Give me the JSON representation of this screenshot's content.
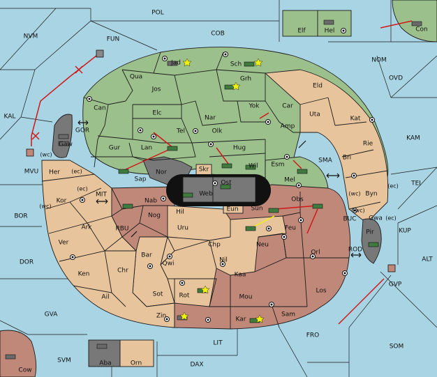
{
  "colors": {
    "sea": "#a8d4e4",
    "green": "#9cc08c",
    "tan": "#e8c49c",
    "rust": "#c08878",
    "gray": "#787878",
    "black": "#111111",
    "arrow_red": "#d01818",
    "arrow_yellow": "#f0f010"
  },
  "sea_labels": [
    {
      "id": "pol",
      "text": "POL"
    },
    {
      "id": "cob",
      "text": "COB"
    },
    {
      "id": "nvm",
      "text": "NVM"
    },
    {
      "id": "fun",
      "text": "FUN"
    },
    {
      "id": "nom",
      "text": "NOM"
    },
    {
      "id": "ovd",
      "text": "OVD"
    },
    {
      "id": "kal",
      "text": "KAL"
    },
    {
      "id": "gor",
      "text": "GOR"
    },
    {
      "id": "mvu",
      "text": "MVU"
    },
    {
      "id": "kam",
      "text": "KAM"
    },
    {
      "id": "sma",
      "text": "SMA"
    },
    {
      "id": "tei",
      "text": "TEI"
    },
    {
      "id": "mit",
      "text": "MIT"
    },
    {
      "id": "bor",
      "text": "BOR"
    },
    {
      "id": "rbu",
      "text": "RBU"
    },
    {
      "id": "buc",
      "text": "BUC"
    },
    {
      "id": "kup",
      "text": "KUP"
    },
    {
      "id": "dor",
      "text": "DOR"
    },
    {
      "id": "rod",
      "text": "ROD"
    },
    {
      "id": "alt",
      "text": "ALT"
    },
    {
      "id": "gva",
      "text": "GVA"
    },
    {
      "id": "gvp",
      "text": "GVP"
    },
    {
      "id": "fro",
      "text": "FRO"
    },
    {
      "id": "som",
      "text": "SOM"
    },
    {
      "id": "svm",
      "text": "SVM"
    },
    {
      "id": "lit",
      "text": "LIT"
    },
    {
      "id": "dax",
      "text": "DAX"
    },
    {
      "id": "cow",
      "text": "Cow"
    },
    {
      "id": "con",
      "text": "Con"
    }
  ],
  "land_labels": [
    {
      "id": "elf",
      "text": "Elf"
    },
    {
      "id": "hel",
      "text": "Hel"
    },
    {
      "id": "jad",
      "text": "Jad"
    },
    {
      "id": "sch",
      "text": "Sch"
    },
    {
      "id": "qua",
      "text": "Qua"
    },
    {
      "id": "grh",
      "text": "Grh"
    },
    {
      "id": "eld",
      "text": "Eld"
    },
    {
      "id": "jos",
      "text": "Jos"
    },
    {
      "id": "can",
      "text": "Can"
    },
    {
      "id": "yok",
      "text": "Yok"
    },
    {
      "id": "car",
      "text": "Car"
    },
    {
      "id": "elc",
      "text": "Elc"
    },
    {
      "id": "nar",
      "text": "Nar"
    },
    {
      "id": "uta",
      "text": "Uta"
    },
    {
      "id": "kat",
      "text": "Kat"
    },
    {
      "id": "tel",
      "text": "Tel"
    },
    {
      "id": "olk",
      "text": "Olk"
    },
    {
      "id": "amp",
      "text": "Amp"
    },
    {
      "id": "gaw",
      "text": "Gaw"
    },
    {
      "id": "gur",
      "text": "Gur"
    },
    {
      "id": "lan",
      "text": "Lan"
    },
    {
      "id": "hug",
      "text": "Hug"
    },
    {
      "id": "rie",
      "text": "Rie"
    },
    {
      "id": "bri",
      "text": "Bri"
    },
    {
      "id": "her",
      "text": "Her"
    },
    {
      "id": "nor",
      "text": "Nor"
    },
    {
      "id": "wil",
      "text": "Wil"
    },
    {
      "id": "esm",
      "text": "Esm"
    },
    {
      "id": "sap",
      "text": "Sap"
    },
    {
      "id": "skr",
      "text": "Skr"
    },
    {
      "id": "ost",
      "text": "Ost"
    },
    {
      "id": "mel",
      "text": "Mel"
    },
    {
      "id": "byn",
      "text": "Byn"
    },
    {
      "id": "web",
      "text": "Web"
    },
    {
      "id": "kor",
      "text": "Kor"
    },
    {
      "id": "nab",
      "text": "Nab"
    },
    {
      "id": "obs",
      "text": "Obs"
    },
    {
      "id": "eun",
      "text": "Eun"
    },
    {
      "id": "sun",
      "text": "Sun"
    },
    {
      "id": "gwa",
      "text": "Gwa"
    },
    {
      "id": "hil",
      "text": "Hil"
    },
    {
      "id": "nog",
      "text": "Nog"
    },
    {
      "id": "pir",
      "text": "Pir"
    },
    {
      "id": "ark",
      "text": "Ark"
    },
    {
      "id": "uru",
      "text": "Uru"
    },
    {
      "id": "feu",
      "text": "Feu"
    },
    {
      "id": "ver",
      "text": "Ver"
    },
    {
      "id": "chp",
      "text": "Chp"
    },
    {
      "id": "neu",
      "text": "Neu"
    },
    {
      "id": "orl",
      "text": "Orl"
    },
    {
      "id": "bar",
      "text": "Bar"
    },
    {
      "id": "nil",
      "text": "Nil"
    },
    {
      "id": "qwi",
      "text": "Qwi"
    },
    {
      "id": "ken",
      "text": "Ken"
    },
    {
      "id": "chr",
      "text": "Chr"
    },
    {
      "id": "kaa",
      "text": "Kaa"
    },
    {
      "id": "rot",
      "text": "Rot"
    },
    {
      "id": "los",
      "text": "Los"
    },
    {
      "id": "ail",
      "text": "Ail"
    },
    {
      "id": "sot",
      "text": "Sot"
    },
    {
      "id": "mou",
      "text": "Mou"
    },
    {
      "id": "zin",
      "text": "Zin"
    },
    {
      "id": "kar",
      "text": "Kar"
    },
    {
      "id": "sam",
      "text": "Sam"
    },
    {
      "id": "aba",
      "text": "Aba"
    },
    {
      "id": "orn",
      "text": "Orn"
    }
  ],
  "coast_labels": [
    {
      "id": "gor_wc",
      "text": "(wc)"
    },
    {
      "id": "her_ec",
      "text": "(ec)"
    },
    {
      "id": "kor_ec",
      "text": "(ec)"
    },
    {
      "id": "kor_wc",
      "text": "(wc)"
    },
    {
      "id": "byn_wc",
      "text": "(wc)"
    },
    {
      "id": "byn_ec",
      "text": "(ec)"
    },
    {
      "id": "gwa_wc",
      "text": "(wc)"
    },
    {
      "id": "gwa_ec",
      "text": "(ec)"
    }
  ]
}
